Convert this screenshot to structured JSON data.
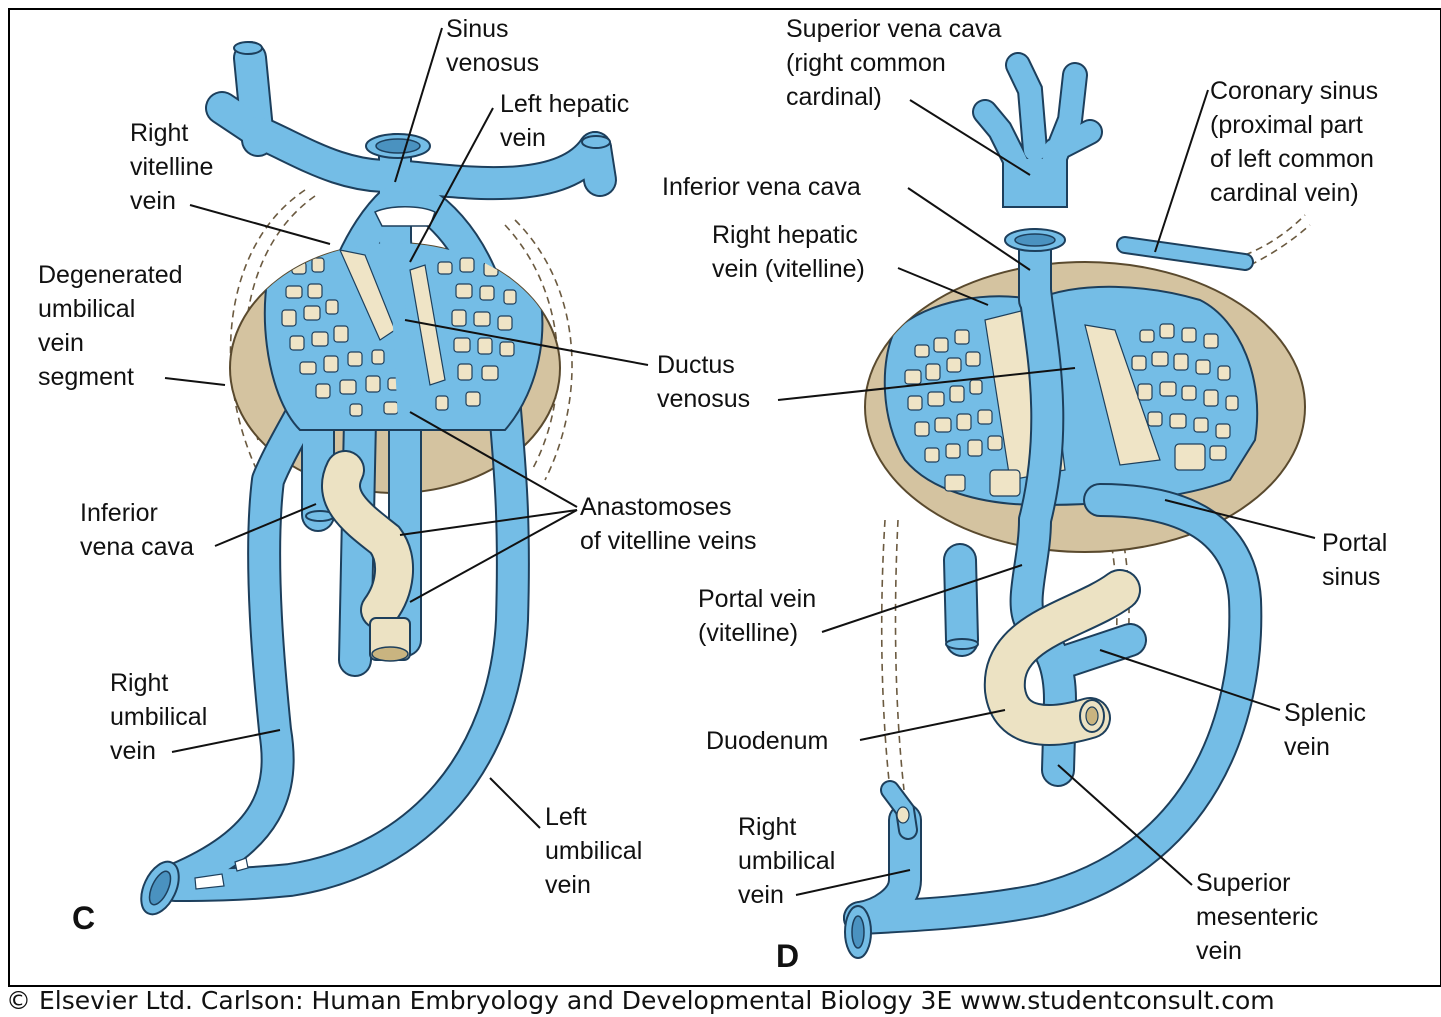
{
  "panels": {
    "c": {
      "letter": "C",
      "labels": {
        "sinus_venosus": "Sinus\nvenosus",
        "left_hepatic_vein": "Left hepatic\nvein",
        "right_vitelline_vein": "Right\nvitelline\nvein",
        "degenerated_umbilical": "Degenerated\numbilical\nvein\nsegment",
        "ductus_venosus": "Ductus\nvenosus",
        "inferior_vena_cava": "Inferior\nvena cava",
        "anastomoses": "Anastomoses\nof vitelline veins",
        "right_umbilical_vein": "Right\numbilical\nvein",
        "left_umbilical_vein": "Left\numbilical\nvein"
      }
    },
    "d": {
      "letter": "D",
      "labels": {
        "superior_vena_cava": "Superior vena cava\n(right common\ncardinal)",
        "coronary_sinus": "Coronary sinus\n(proximal part\nof left common\ncardinal vein)",
        "inferior_vena_cava": "Inferior vena cava",
        "right_hepatic_vein": "Right hepatic\nvein (vitelline)",
        "portal_sinus": "Portal\nsinus",
        "portal_vein": "Portal vein\n(vitelline)",
        "splenic_vein": "Splenic\nvein",
        "duodenum": "Duodenum",
        "right_umbilical_vein": "Right\numbilical\nvein",
        "superior_mesenteric_vein": "Superior\nmesenteric\nvein"
      }
    }
  },
  "credit": "© Elsevier Ltd. Carlson: Human Embryology and Developmental Biology 3E www.studentconsult.com",
  "colors": {
    "vein": "#74bde6",
    "vein_outline": "#1d3f5c",
    "liver": "#d4c3a0",
    "sinusoid": "#efe4c6",
    "duodenum": "#ece2c3"
  }
}
